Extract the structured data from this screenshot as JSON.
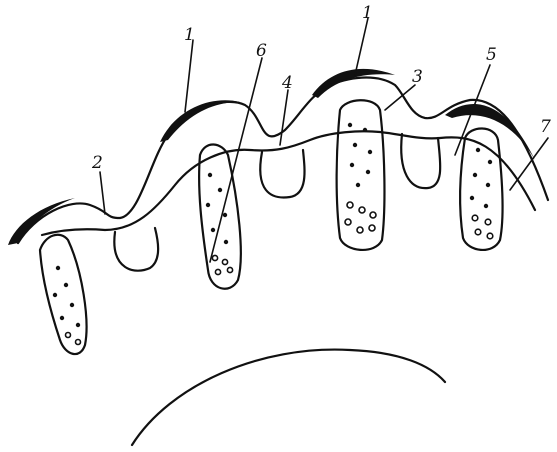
{
  "labels": {
    "l1a": "1",
    "l1b": "1",
    "l2": "2",
    "l3": "3",
    "l4": "4",
    "l5": "5",
    "l6": "6",
    "l7": "7"
  }
}
